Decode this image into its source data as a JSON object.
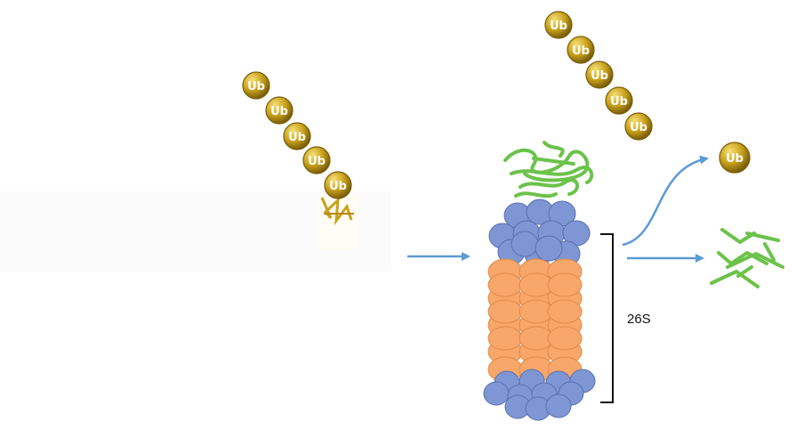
{
  "diagram": {
    "ubiquitin_label": "Ub",
    "proteasome_label": "26S",
    "colors": {
      "ub_fill": "#c9a21a",
      "ub_highlight": "#f5dc6a",
      "ub_stroke": "#7a5e0a",
      "substrate_green": "#6cc24a",
      "regulatory_cap": "#7f96d4",
      "core_particle": "#f7a76a",
      "arrow": "#5b9bd5",
      "bracket": "#111111"
    },
    "chain_left_count": 5,
    "chain_right_count": 5,
    "released_ub_count": 1
  }
}
